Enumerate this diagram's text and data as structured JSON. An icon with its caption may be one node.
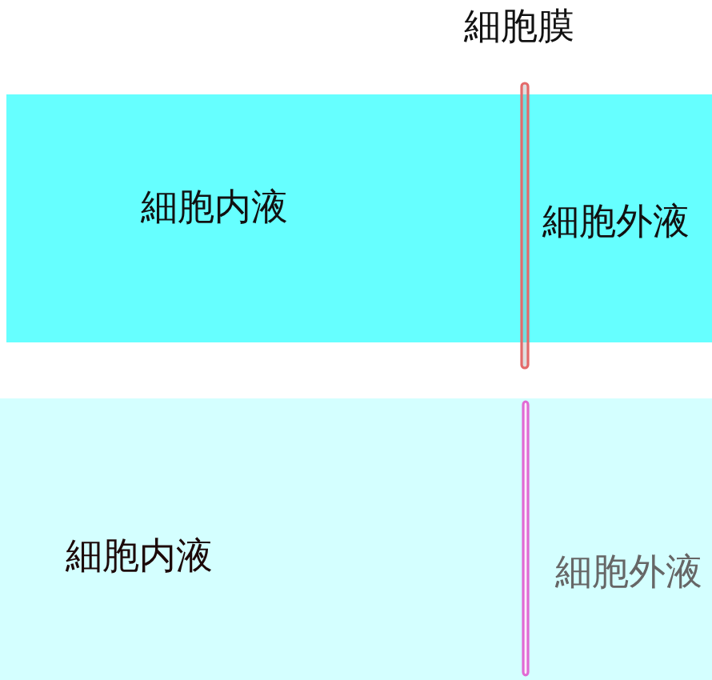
{
  "diagram": {
    "nodes": [
      {
        "text": [
          "細胞内液",
          "細胞外液"
        ]
      },
      {
        "text": [
          "細胞内液",
          "細胞外液"
        ]
      }
    ],
    "edges": [],
    "labels": [
      "細胞膜"
    ]
  }
}
